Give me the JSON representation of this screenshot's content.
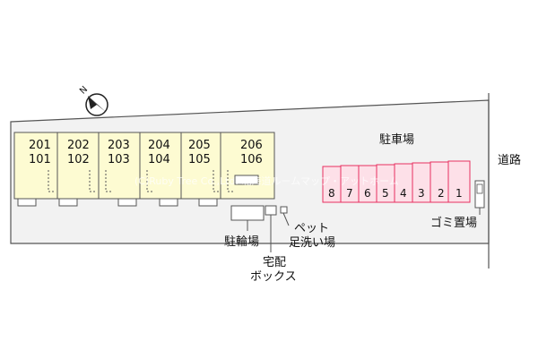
{
  "compass": {
    "north_label": "N"
  },
  "labels": {
    "parking": "駐車場",
    "road": "道路",
    "garbage": "ゴミ置場",
    "bicycle": "駐輪場",
    "pet_line1": "ペット",
    "pet_line2": "足洗い場",
    "delivery_line1": "宅配",
    "delivery_line2": "ボックス"
  },
  "units": [
    {
      "upper": "201",
      "lower": "101"
    },
    {
      "upper": "202",
      "lower": "102"
    },
    {
      "upper": "203",
      "lower": "103"
    },
    {
      "upper": "204",
      "lower": "104"
    },
    {
      "upper": "205",
      "lower": "105"
    },
    {
      "upper": "206",
      "lower": "106"
    }
  ],
  "parking_stalls": [
    "8",
    "7",
    "6",
    "5",
    "4",
    "3",
    "2",
    "1"
  ],
  "watermark": "(C)Ruby Tree Co.,Ltd. 北海道ルームマップ・アットホーム",
  "colors": {
    "lot_fill": "#f2f2f2",
    "building_fill": "#fdfbd2",
    "stall_fill": "#fde0e8",
    "stall_stroke": "#e83060",
    "outline": "#555555"
  }
}
